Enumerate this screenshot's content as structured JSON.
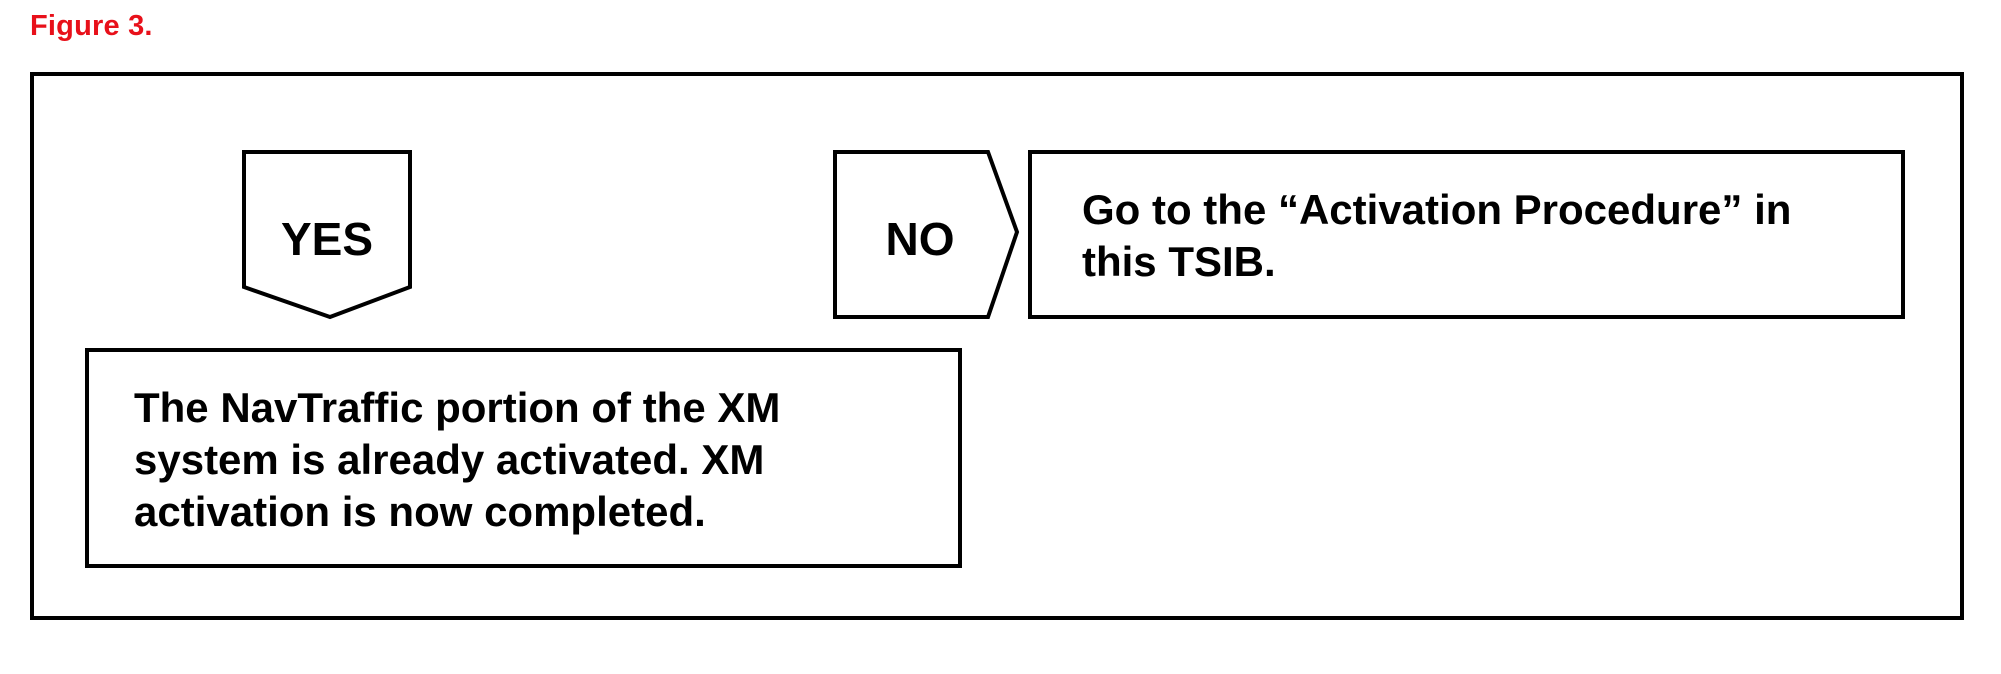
{
  "figure": {
    "label": "Figure 3.",
    "label_color": "#e8101a"
  },
  "flowchart": {
    "yes_label": "YES",
    "no_label": "NO",
    "no_action": "Go to the “Activation Procedure” in this TSIB.",
    "yes_result": "The NavTraffic portion of the XM system is already activated. XM activation is now completed."
  }
}
